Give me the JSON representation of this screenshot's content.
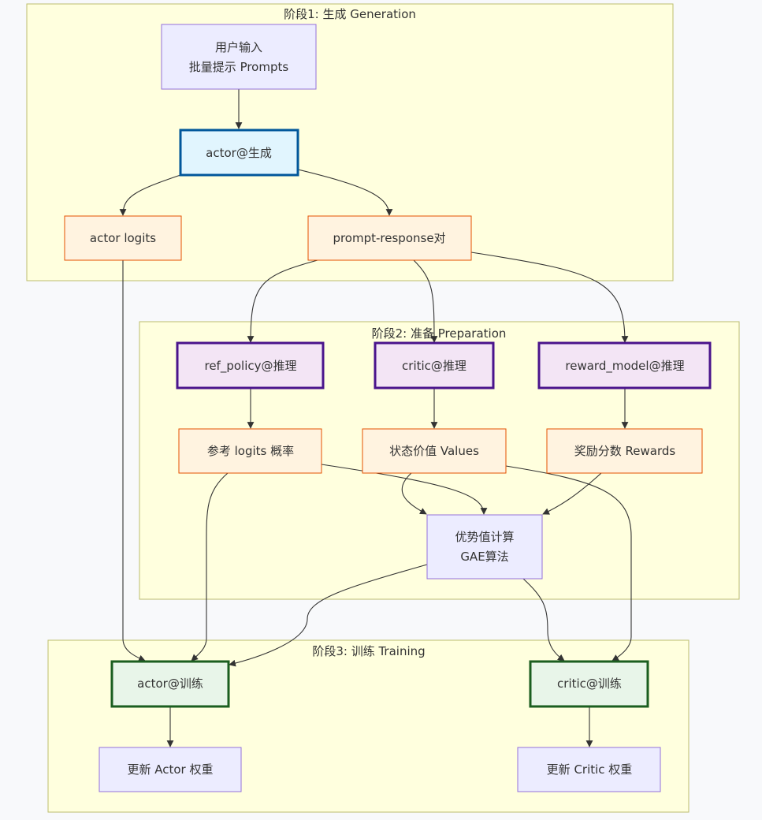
{
  "clusters": {
    "generation": {
      "title": "阶段1: 生成 Generation"
    },
    "preparation": {
      "title": "阶段2: 准备 Preparation"
    },
    "training": {
      "title": "阶段3: 训练 Training"
    }
  },
  "nodes": {
    "prompts": {
      "lines": [
        "用户输入",
        "批量提示 Prompts"
      ]
    },
    "actor_gen": {
      "lines": [
        "actor@生成"
      ]
    },
    "actor_logits": {
      "lines": [
        "actor logits"
      ]
    },
    "prompt_response": {
      "lines": [
        "prompt-response对"
      ]
    },
    "ref_policy": {
      "lines": [
        "ref_policy@推理"
      ]
    },
    "critic_infer": {
      "lines": [
        "critic@推理"
      ]
    },
    "reward_model": {
      "lines": [
        "reward_model@推理"
      ]
    },
    "ref_logits": {
      "lines": [
        "参考 logits 概率"
      ]
    },
    "values": {
      "lines": [
        "状态价值 Values"
      ]
    },
    "rewards": {
      "lines": [
        "奖励分数 Rewards"
      ]
    },
    "gae": {
      "lines": [
        "优势值计算",
        "GAE算法"
      ]
    },
    "actor_train": {
      "lines": [
        "actor@训练"
      ]
    },
    "critic_train": {
      "lines": [
        "critic@训练"
      ]
    },
    "update_actor": {
      "lines": [
        "更新 Actor 权重"
      ]
    },
    "update_critic": {
      "lines": [
        "更新 Critic 权重"
      ]
    }
  },
  "edges": [
    {
      "from": "prompts",
      "to": "actor_gen"
    },
    {
      "from": "actor_gen",
      "to": "actor_logits"
    },
    {
      "from": "actor_gen",
      "to": "prompt_response"
    },
    {
      "from": "prompt_response",
      "to": "ref_policy"
    },
    {
      "from": "prompt_response",
      "to": "critic_infer"
    },
    {
      "from": "prompt_response",
      "to": "reward_model"
    },
    {
      "from": "ref_policy",
      "to": "ref_logits"
    },
    {
      "from": "critic_infer",
      "to": "values"
    },
    {
      "from": "reward_model",
      "to": "rewards"
    },
    {
      "from": "ref_logits",
      "to": "gae"
    },
    {
      "from": "values",
      "to": "gae"
    },
    {
      "from": "rewards",
      "to": "gae"
    },
    {
      "from": "actor_logits",
      "to": "actor_train"
    },
    {
      "from": "ref_logits",
      "to": "actor_train"
    },
    {
      "from": "gae",
      "to": "actor_train"
    },
    {
      "from": "gae",
      "to": "critic_train"
    },
    {
      "from": "values",
      "to": "critic_train"
    },
    {
      "from": "actor_train",
      "to": "update_actor"
    },
    {
      "from": "critic_train",
      "to": "update_critic"
    }
  ]
}
